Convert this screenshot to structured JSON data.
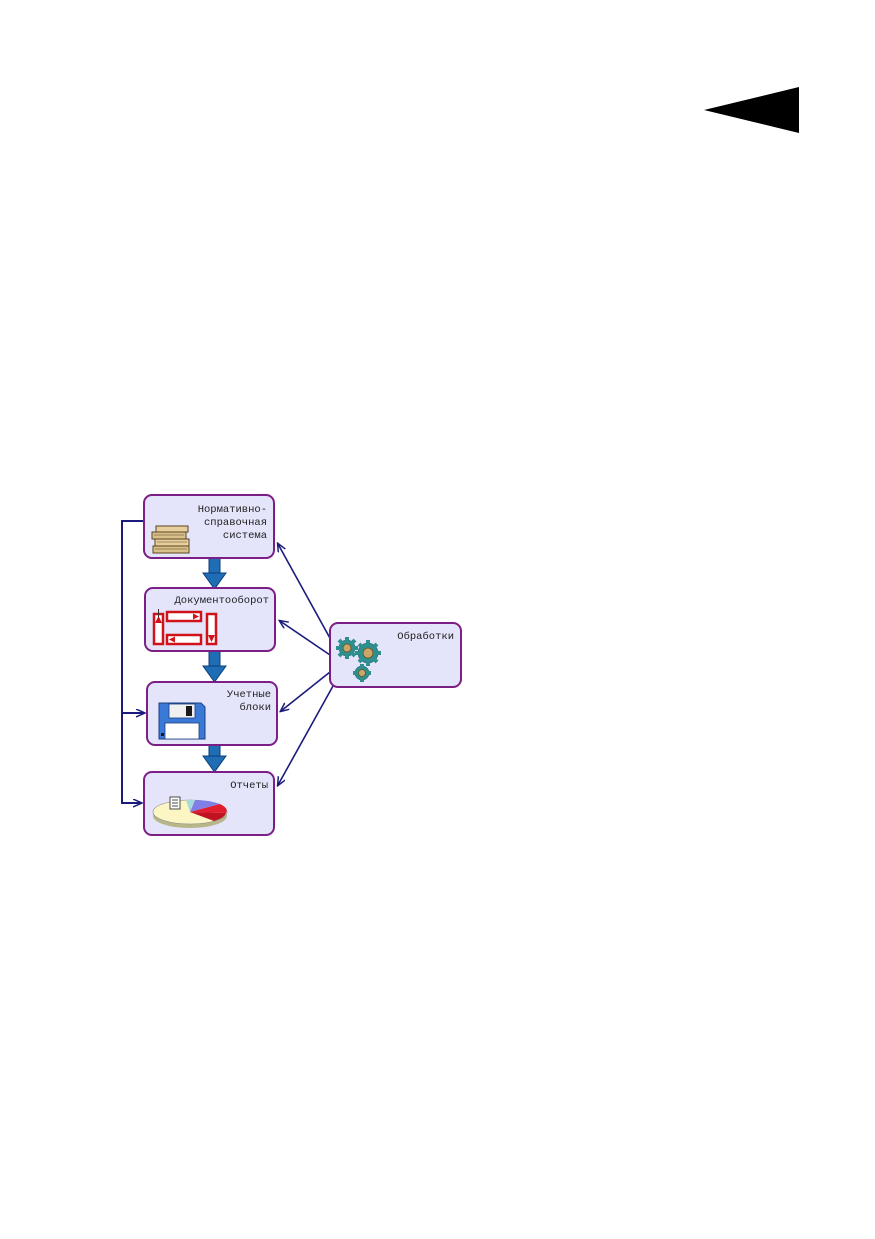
{
  "diagram": {
    "nodes": {
      "nsi": {
        "label": "Нормативно-\nсправочная\nсистема",
        "icon": "document-stack-icon"
      },
      "doc": {
        "label": "Документооборот",
        "icon": "flow-arrows-icon"
      },
      "uch": {
        "label": "Учетные\nблоки",
        "icon": "floppy-disk-icon"
      },
      "otch": {
        "label": "Отчеты",
        "icon": "pie-chart-icon"
      },
      "obr": {
        "label": "Обработки",
        "icon": "gears-icon"
      }
    },
    "edges": [
      {
        "from": "nsi",
        "to": "doc",
        "style": "thick-blue"
      },
      {
        "from": "doc",
        "to": "uch",
        "style": "thick-blue"
      },
      {
        "from": "uch",
        "to": "otch",
        "style": "thick-blue"
      },
      {
        "from": "obr",
        "to": "nsi",
        "style": "thin-navy"
      },
      {
        "from": "obr",
        "to": "doc",
        "style": "thin-navy"
      },
      {
        "from": "obr",
        "to": "uch",
        "style": "thin-navy"
      },
      {
        "from": "obr",
        "to": "otch",
        "style": "thin-navy"
      },
      {
        "from": "nsi",
        "to": "uch",
        "style": "bracket-navy"
      },
      {
        "from": "nsi",
        "to": "otch",
        "style": "bracket-navy"
      }
    ],
    "colors": {
      "box_fill": "#e4e4fb",
      "box_border": "#7b1f86",
      "thick_arrow": "#1f6db5",
      "thin_arrow": "#1b1b7e",
      "back_triangle": "#000000"
    }
  },
  "nav": {
    "back_icon": "back-triangle-icon"
  }
}
